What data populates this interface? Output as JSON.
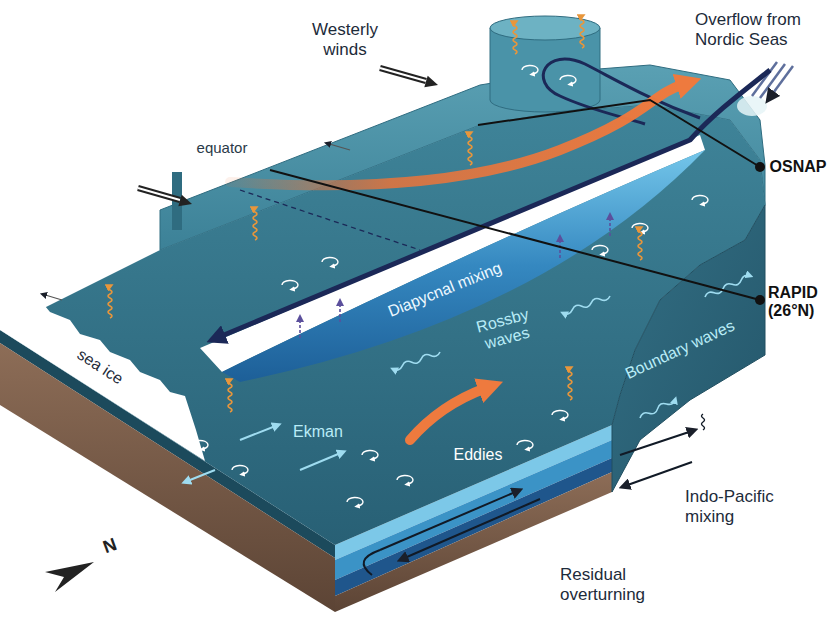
{
  "diagram": {
    "labels": [
      "Westerly winds",
      "Overflow from Nordic Seas",
      "OSNAP",
      "equator",
      "Diapycnal mixing",
      "RAPID (26°N)",
      "Rossby waves",
      "Boundary waves",
      "sea ice",
      "Ekman",
      "Eddies",
      "Indo-Pacific mixing",
      "Residual overturning",
      "N"
    ]
  }
}
